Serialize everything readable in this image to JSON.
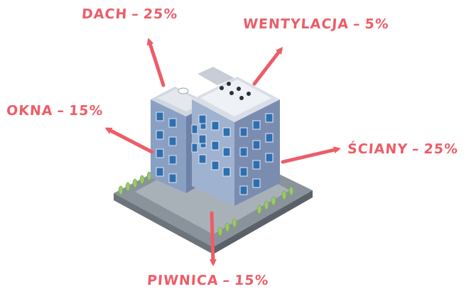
{
  "accent_color": "#ec5d68",
  "labels": {
    "dach": {
      "name": "DACH",
      "value": "25%"
    },
    "wentylacja": {
      "name": "WENTYLACJA",
      "value": "5%"
    },
    "okna": {
      "name": "OKNA",
      "value": "15%"
    },
    "sciany": {
      "name": "ŚCIANY",
      "value": "25%"
    },
    "piwnica": {
      "name": "PIWNICA",
      "value": "15%"
    }
  },
  "separator": "–"
}
